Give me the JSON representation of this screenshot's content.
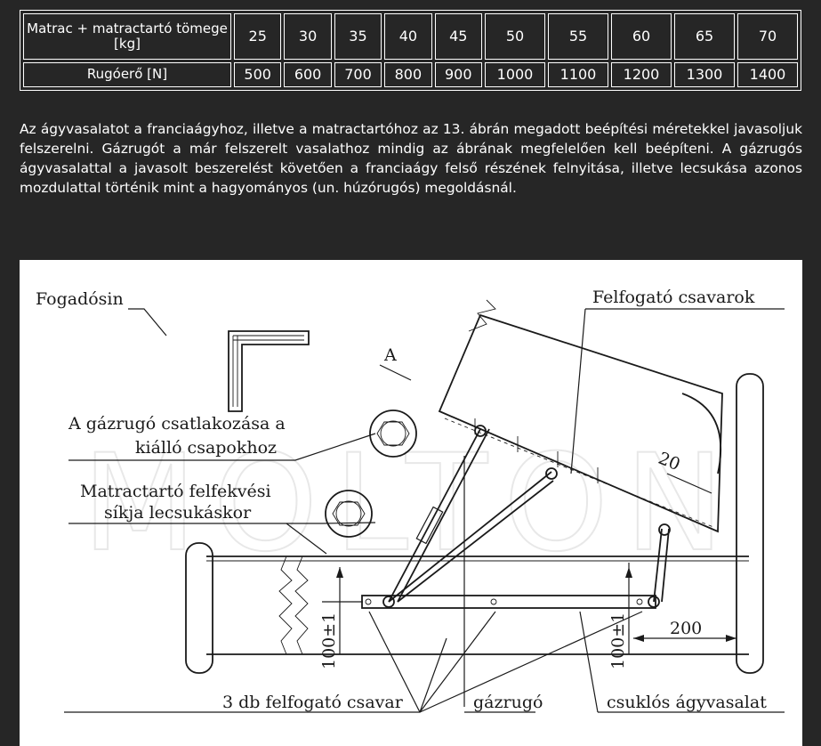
{
  "table": {
    "row1_label": "Matrac + matractartó tömege [kg]",
    "row1_values": [
      "25",
      "30",
      "35",
      "40",
      "45",
      "50",
      "55",
      "60",
      "65",
      "70"
    ],
    "row2_label": "Rugóerő [N]",
    "row2_values": [
      "500",
      "600",
      "700",
      "800",
      "900",
      "1000",
      "1100",
      "1200",
      "1300",
      "1400"
    ]
  },
  "paragraph": "Az ágyvasalatot a franciaágyhoz, illetve a matractartóhoz az 13. ábrán megadott beépítési méretekkel javasoljuk felszerelni. Gázrugót a már felszerelt vasalathoz mindig az ábrának megfelelően kell beépíteni. A gázrugós ágyvasalattal a javasolt beszerelést követően a franciaágy felső részének felnyitása, illetve lecsukása azonos mozdulattal történik mint a hagyományos (un. húzórugós) megoldásnál.",
  "figure": {
    "watermark": "MOLTON",
    "labels": {
      "fogadosin": "Fogadósin",
      "felfogato_csavarok": "Felfogató csavarok",
      "view_a": "A",
      "dim_20": "20",
      "csatlakozas_1": "A gázrugó csatlakozása a",
      "csatlakozas_2": "kiálló csapokhoz",
      "felfekves_1": "Matractartó felfekvési",
      "felfekves_2": "síkja lecsukáskor",
      "dim_200": "200",
      "dim_100_left": "100±1",
      "dim_100_right": "100±1",
      "csavar_3db": "3 db felfogató csavar",
      "gazrugo": "gázrugó",
      "csuklos": "csuklós ágyvasalat"
    }
  }
}
